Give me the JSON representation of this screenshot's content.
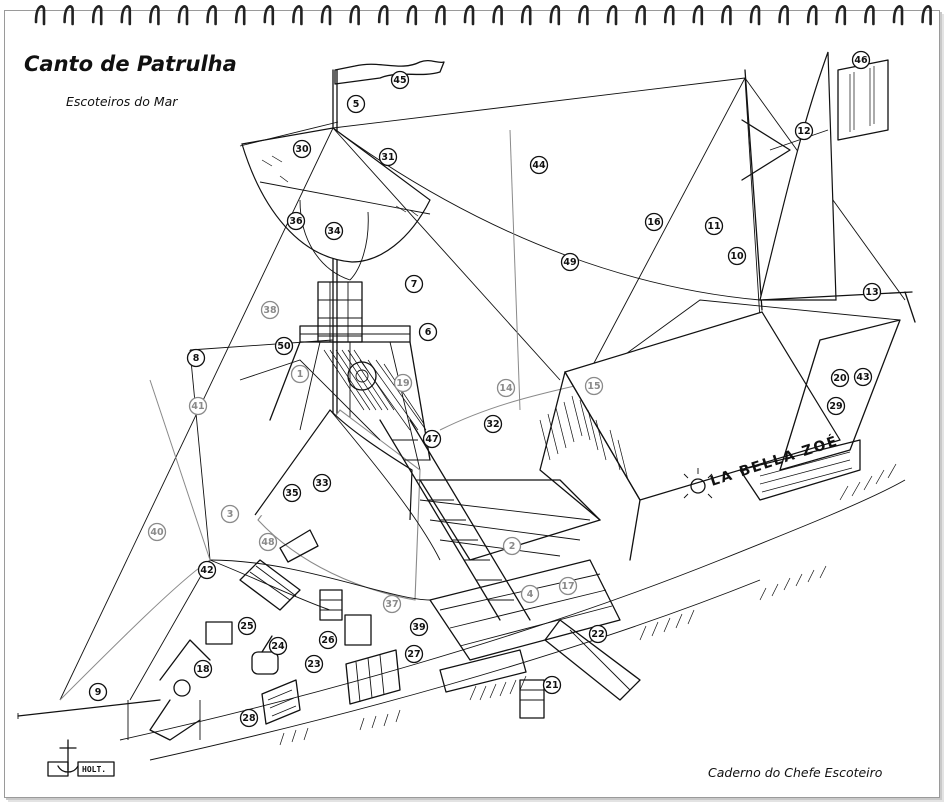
{
  "header": {
    "title": "Canto de Patrulha",
    "subtitle": "Escoteiros do Mar"
  },
  "footer": {
    "caption": "Caderno do Chefe Escoteiro"
  },
  "illustration": {
    "ship_name": "LA BELLA ZOÉ",
    "signature": "HOLT.",
    "callouts": [
      "1",
      "2",
      "3",
      "4",
      "5",
      "6",
      "7",
      "8",
      "9",
      "10",
      "11",
      "12",
      "13",
      "14",
      "15",
      "16",
      "17",
      "18",
      "19",
      "20",
      "21",
      "22",
      "23",
      "24",
      "25",
      "26",
      "27",
      "28",
      "29",
      "30",
      "31",
      "32",
      "33",
      "34",
      "35",
      "36",
      "37",
      "38",
      "39",
      "40",
      "41",
      "42",
      "43",
      "44",
      "45",
      "46",
      "47",
      "48",
      "49",
      "50"
    ]
  },
  "colors": {
    "ink": "#111111",
    "faded_ink": "#8a8a8a",
    "paper": "#ffffff"
  }
}
